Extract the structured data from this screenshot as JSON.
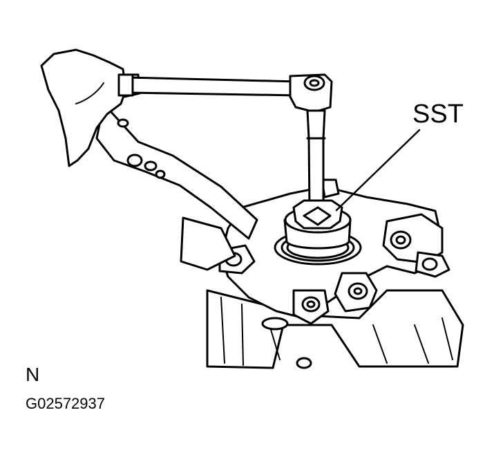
{
  "labels": {
    "callout": "SST",
    "corner_letter": "N",
    "figure_code": "G02572937"
  },
  "colors": {
    "line": "#000000",
    "fill": "#ffffff"
  },
  "drawing": {
    "parts": [
      "hand-icon",
      "torque-wrench-icon",
      "socket-extension-icon",
      "sst-tool-icon",
      "steering-knuckle-icon",
      "suspension-arm-icon",
      "hub-bolts-icon"
    ]
  }
}
